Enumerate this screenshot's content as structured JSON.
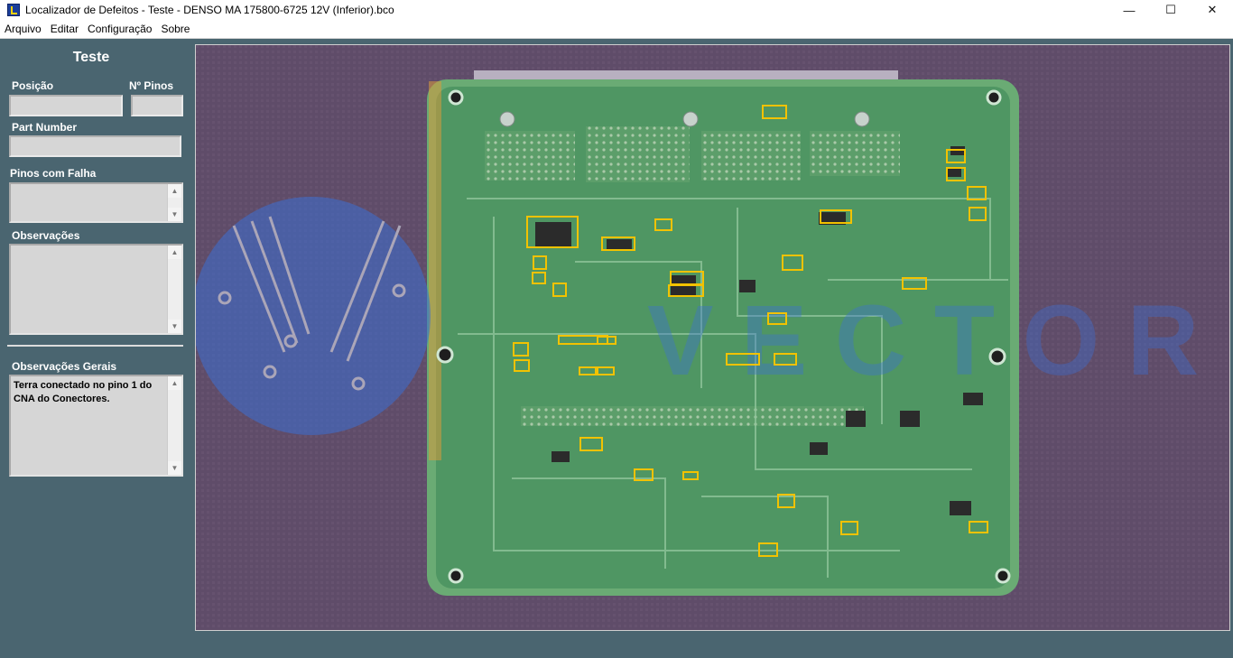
{
  "window": {
    "title": "Localizador de Defeitos - Teste - DENSO MA 175800-6725 12V (Inferior).bco",
    "min_glyph": "—",
    "max_glyph": "☐",
    "close_glyph": "✕"
  },
  "menu": {
    "items": [
      "Arquivo",
      "Editar",
      "Configuração",
      "Sobre"
    ]
  },
  "panel": {
    "title": "Teste",
    "posicao_label": "Posição",
    "posicao_value": "",
    "pinos_label": "Nº Pinos",
    "pinos_value": "",
    "part_number_label": "Part Number",
    "part_number_value": "",
    "pinos_falha_label": "Pinos com Falha",
    "pinos_falha_value": "",
    "observacoes_label": "Observações",
    "observacoes_value": "",
    "obs_gerais_label": "Observações Gerais",
    "obs_gerais_value": "Terra conectado no pino 1 do CNA do Conectores."
  },
  "colors": {
    "background": "#4a6570",
    "board": "#58a36a",
    "highlight": "#f2c200",
    "watermark": "#3b6fd4"
  }
}
